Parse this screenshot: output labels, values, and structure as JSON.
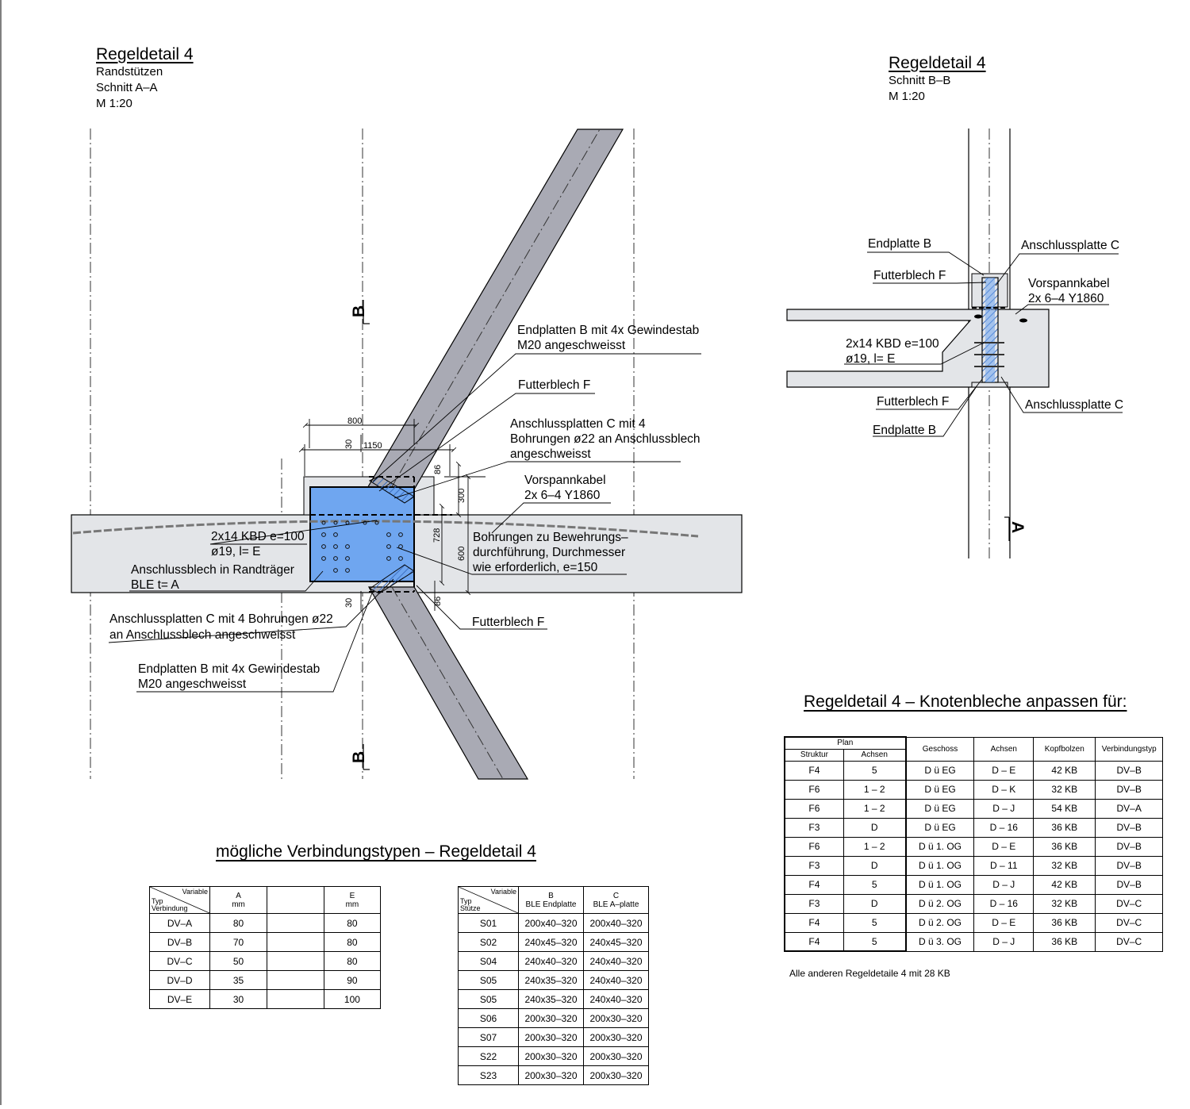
{
  "left_section": {
    "title": "Regeldetail 4",
    "lines": [
      "Randstützen",
      "Schnitt A–A",
      "M 1:20"
    ],
    "section_marker": "B"
  },
  "right_section": {
    "title": "Regeldetail 4",
    "lines": [
      "Schnitt B–B",
      "M 1:20"
    ],
    "section_marker": "A"
  },
  "left_labels": {
    "endplatten_top_1": "Endplatten B mit 4x Gewindestab",
    "endplatten_top_2": "M20 angeschweisst",
    "futterblech_top": "Futterblech F",
    "anschlussplatten_top_1": "Anschlussplatten C mit 4",
    "anschlussplatten_top_2": "Bohrungen ø22 an Anschlussblech",
    "anschlussplatten_top_3": "angeschweisst",
    "vorspann_1": "Vorspannkabel",
    "vorspann_2": "2x 6–4 Y1860",
    "bohrungen_1": "Bohrungen zu Bewehrungs–",
    "bohrungen_2": "durchführung, Durchmesser",
    "bohrungen_3": "wie erforderlich, e=150",
    "kbd_1": "2x14 KBD e=100",
    "kbd_2": "ø19, l= E",
    "anschlussblech_1": "Anschlussblech in Randträger",
    "anschlussblech_2": "BLE t= A",
    "futterblech_bottom": "Futterblech F",
    "anschlussplatten_bot_1": "Anschlussplatten C mit 4 Bohrungen ø22",
    "anschlussplatten_bot_2": "an Anschlussblech angeschweisst",
    "endplatten_bot_1": "Endplatten B  mit 4x Gewindestab",
    "endplatten_bot_2": "M20 angeschweisst"
  },
  "dimensions": {
    "d800": "800",
    "d1150": "1150",
    "d30a": "30",
    "d30b": "30",
    "d86a": "86",
    "d86b": "86",
    "d300": "300",
    "d728": "728",
    "d600": "600"
  },
  "right_labels": {
    "endplatte_top": "Endplatte B",
    "anschlussplatte_top": "Anschlussplatte C",
    "futterblech_top": "Futterblech F",
    "vorspann_1": "Vorspannkabel",
    "vorspann_2": "2x 6–4 Y1860",
    "kbd_1": "2x14 KBD e=100",
    "kbd_2": "ø19, l= E",
    "futterblech_bottom": "Futterblech F",
    "anschlussplatte_bottom": "Anschlussplatte C",
    "endplatte_bottom": "Endplatte B"
  },
  "colors": {
    "steel_gray": "#a9aab4",
    "concrete": "#e3e5e8",
    "plate_blue": "#6fa6f0",
    "plate_hatch": "#3d6fc0"
  },
  "table_left": {
    "title": "mögliche Verbindungstypen – Regeldetail 4",
    "corner_top": "Variable",
    "corner_bottom_1": "Typ",
    "corner_bottom_2": "Verbindung",
    "col_a_1": "A",
    "col_a_2": "mm",
    "col_e_1": "E",
    "col_e_2": "mm",
    "rows": [
      {
        "typ": "DV–A",
        "a": "80",
        "e": "80"
      },
      {
        "typ": "DV–B",
        "a": "70",
        "e": "80"
      },
      {
        "typ": "DV–C",
        "a": "50",
        "e": "80"
      },
      {
        "typ": "DV–D",
        "a": "35",
        "e": "90"
      },
      {
        "typ": "DV–E",
        "a": "30",
        "e": "100"
      }
    ]
  },
  "table_mid": {
    "corner_top": "Variable",
    "corner_bottom_1": "Typ",
    "corner_bottom_2": "Stütze",
    "col_b_1": "B",
    "col_b_2": "BLE Endplatte",
    "col_c_1": "C",
    "col_c_2": "BLE A–platte",
    "rows": [
      {
        "s": "S01",
        "b": "200x40–320",
        "c": "200x40–320"
      },
      {
        "s": "S02",
        "b": "240x45–320",
        "c": "240x45–320"
      },
      {
        "s": "S04",
        "b": "240x40–320",
        "c": "240x40–320"
      },
      {
        "s": "S05",
        "b": "240x35–320",
        "c": "240x40–320"
      },
      {
        "s": "S05",
        "b": "240x35–320",
        "c": "240x40–320"
      },
      {
        "s": "S06",
        "b": "200x30–320",
        "c": "200x30–320"
      },
      {
        "s": "S07",
        "b": "200x30–320",
        "c": "200x30–320"
      },
      {
        "s": "S22",
        "b": "200x30–320",
        "c": "200x30–320"
      },
      {
        "s": "S23",
        "b": "200x30–320",
        "c": "200x30–320"
      }
    ]
  },
  "table_right": {
    "title": "Regeldetail 4 – Knotenbleche anpassen für:",
    "plan": "Plan",
    "struktur": "Struktur",
    "achsen_plan": "Achsen",
    "geschoss": "Geschoss",
    "achsen": "Achsen",
    "kopfbolzen": "Kopfbolzen",
    "verbindungstyp": "Verbindungstyp",
    "rows": [
      {
        "struktur": "F4",
        "achsen_plan": "5",
        "geschoss": "D ü EG",
        "achsen": "D – E",
        "kb": "42 KB",
        "typ": "DV–B"
      },
      {
        "struktur": "F6",
        "achsen_plan": "1 – 2",
        "geschoss": "D ü EG",
        "achsen": "D – K",
        "kb": "32 KB",
        "typ": "DV–B"
      },
      {
        "struktur": "F6",
        "achsen_plan": "1 – 2",
        "geschoss": "D ü EG",
        "achsen": "D – J",
        "kb": "54 KB",
        "typ": "DV–A"
      },
      {
        "struktur": "F3",
        "achsen_plan": "D",
        "geschoss": "D ü EG",
        "achsen": "D – 16",
        "kb": "36 KB",
        "typ": "DV–B"
      },
      {
        "struktur": "F6",
        "achsen_plan": "1 – 2",
        "geschoss": "D ü 1. OG",
        "achsen": "D – E",
        "kb": "36 KB",
        "typ": "DV–B"
      },
      {
        "struktur": "F3",
        "achsen_plan": "D",
        "geschoss": "D ü 1. OG",
        "achsen": "D – 11",
        "kb": "32 KB",
        "typ": "DV–B"
      },
      {
        "struktur": "F4",
        "achsen_plan": "5",
        "geschoss": "D ü 1. OG",
        "achsen": "D – J",
        "kb": "42 KB",
        "typ": "DV–B"
      },
      {
        "struktur": "F3",
        "achsen_plan": "D",
        "geschoss": "D ü 2. OG",
        "achsen": "D – 16",
        "kb": "32 KB",
        "typ": "DV–C"
      },
      {
        "struktur": "F4",
        "achsen_plan": "5",
        "geschoss": "D ü 2. OG",
        "achsen": "D – E",
        "kb": "36 KB",
        "typ": "DV–C"
      },
      {
        "struktur": "F4",
        "achsen_plan": "5",
        "geschoss": "D ü 3. OG",
        "achsen": "D – J",
        "kb": "36 KB",
        "typ": "DV–C"
      }
    ],
    "footnote": "Alle anderen Regeldetaile 4 mit 28 KB"
  }
}
